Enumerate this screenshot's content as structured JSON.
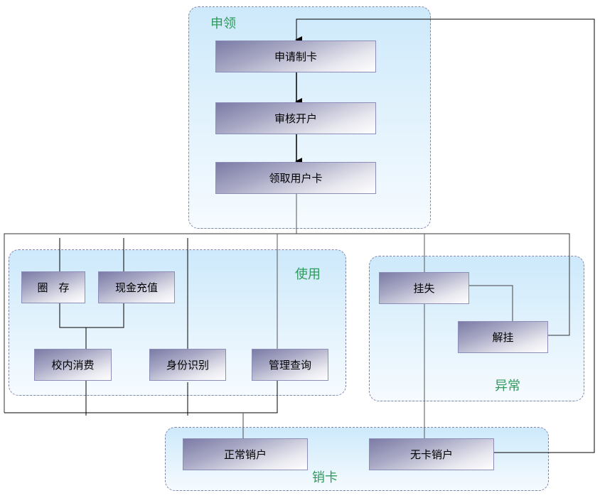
{
  "groups": {
    "apply": {
      "label": "申领"
    },
    "use": {
      "label": "使用"
    },
    "abnormal": {
      "label": "异常"
    },
    "cancel": {
      "label": "销卡"
    }
  },
  "nodes": {
    "apply_card": "申请制卡",
    "review_open": "审核开户",
    "receive_card": "领取用户卡",
    "transfer_deposit": "圈　存",
    "cash_recharge": "现金充值",
    "campus_consume": "校内消费",
    "identity_verify": "身份识别",
    "manage_query": "管理查询",
    "report_loss": "挂失",
    "unreport_loss": "解挂",
    "normal_cancel": "正常销户",
    "cardless_cancel": "无卡销户"
  },
  "colors": {
    "group_label": "#2e9a5c",
    "group_border": "#8585aa",
    "node_border": "#8d8dbb",
    "wire": "#000000"
  }
}
